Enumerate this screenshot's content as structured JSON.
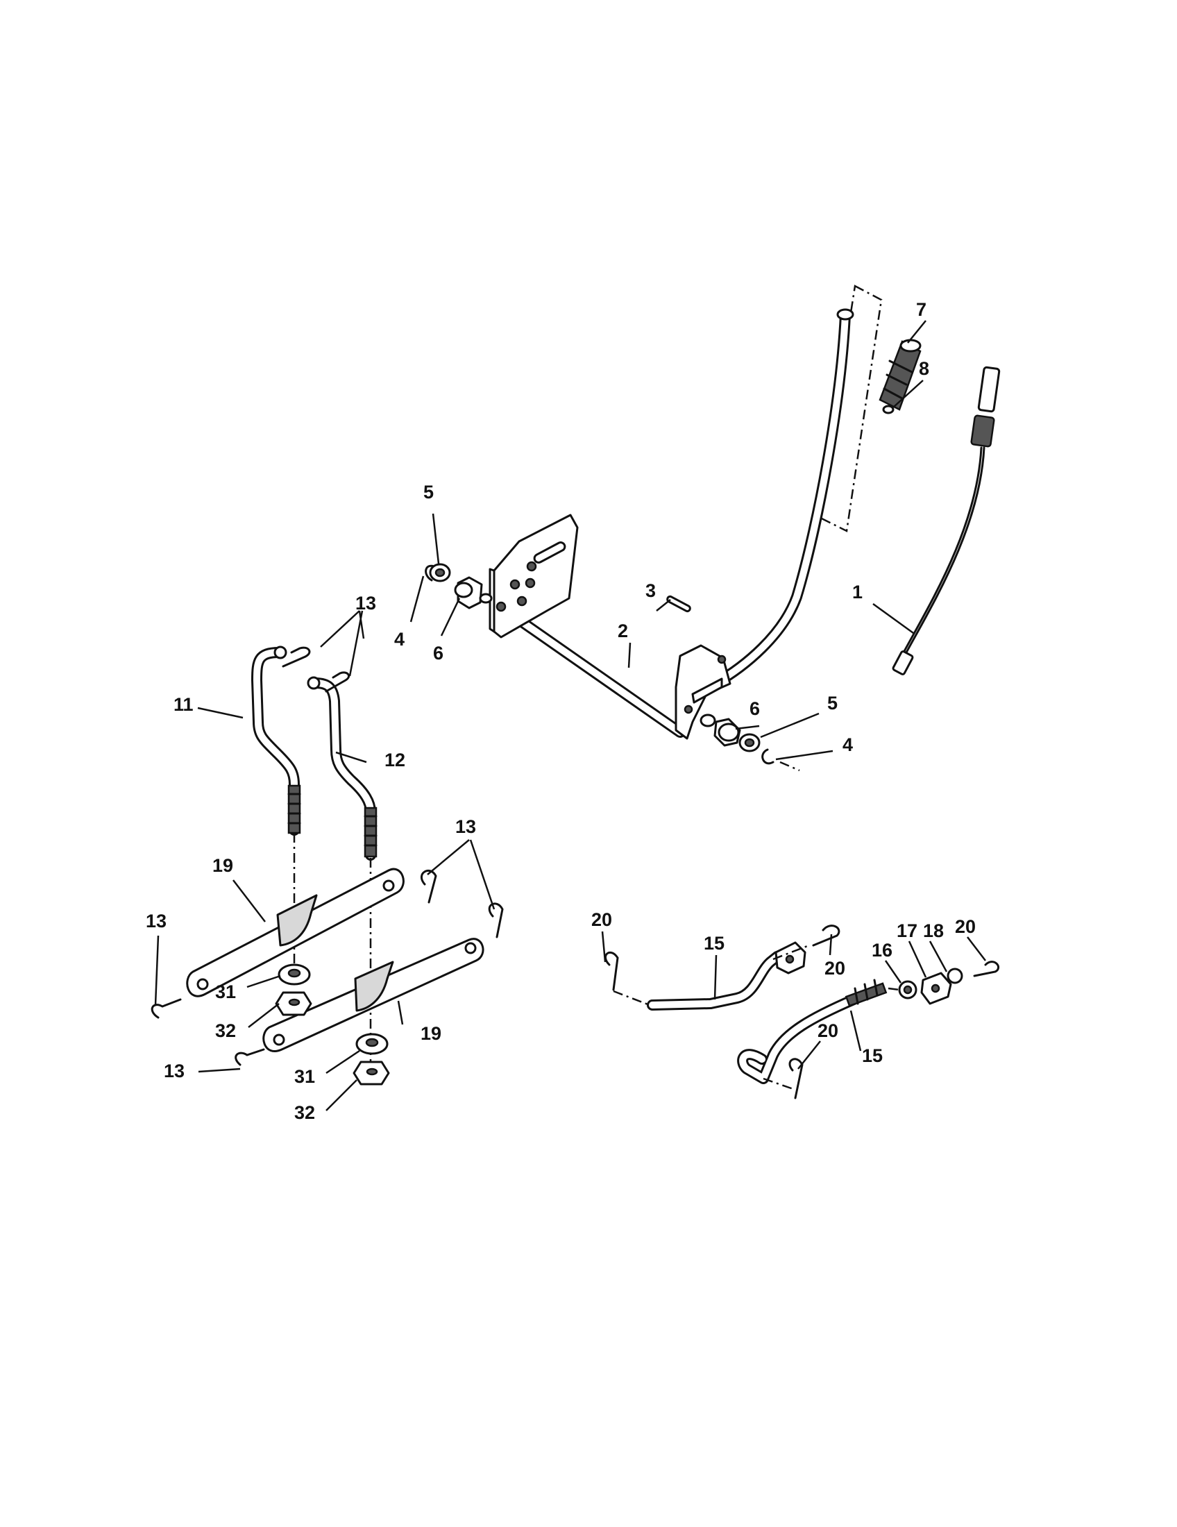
{
  "diagram": {
    "callouts": [
      "1",
      "2",
      "3",
      "4",
      "5",
      "6",
      "7",
      "8",
      "11",
      "12",
      "13",
      "15",
      "16",
      "17",
      "18",
      "19",
      "20",
      "31",
      "32"
    ]
  }
}
